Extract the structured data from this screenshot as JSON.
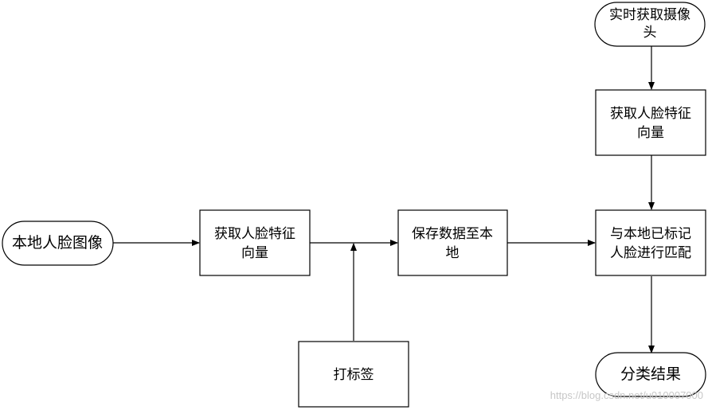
{
  "nodes": {
    "local_face_image": "本地人脸图像",
    "get_vector_left_l1": "获取人脸特征",
    "get_vector_left_l2": "向量",
    "save_data_l1": "保存数据至本",
    "save_data_l2": "地",
    "label_tagging": "打标签",
    "realtime_camera_l1": "实时获取摄像",
    "realtime_camera_l2": "头",
    "get_vector_right_l1": "获取人脸特征",
    "get_vector_right_l2": "向量",
    "match_l1": "与本地已标记",
    "match_l2": "人脸进行匹配",
    "classification_result": "分类结果"
  },
  "watermark": "https://blog.csdn.net/u010007000",
  "colors": {
    "stroke": "#000000",
    "fill": "#ffffff",
    "watermark": "#c7c7c7"
  }
}
